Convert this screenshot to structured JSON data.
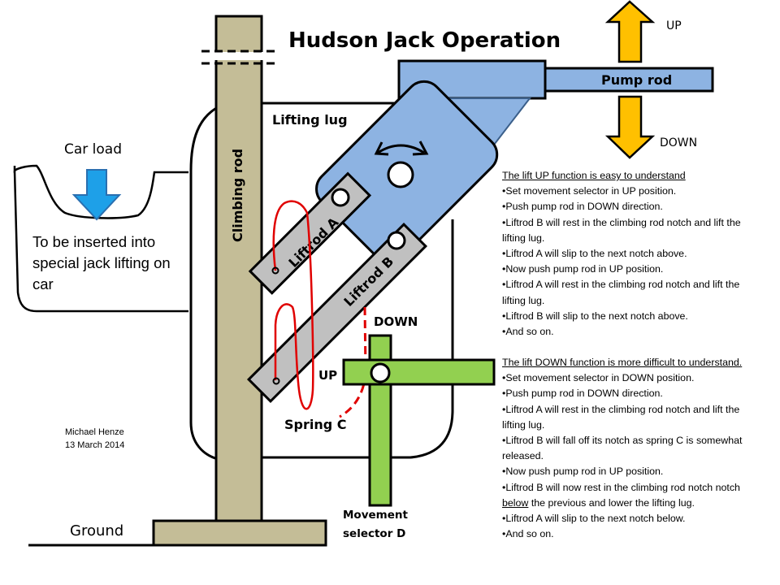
{
  "title": "Hudson Jack Operation",
  "colors": {
    "climbing_rod": "#c4bd97",
    "pump_blue": "#8db3e2",
    "liftrod_gray": "#c0c0c0",
    "selector_green": "#92d050",
    "arrow_orange": "#ffc000",
    "load_arrow": "#1ea0e8",
    "spring_red": "#e00000"
  },
  "labels": {
    "pump_rod": "Pump rod",
    "up_arrow": "UP",
    "down_arrow": "DOWN",
    "lifting_lug": "Lifting lug",
    "climbing_rod": "Climbing rod",
    "liftrod_a": "Liftrod A",
    "liftrod_b": "Liftrod B",
    "selector_down": "DOWN",
    "selector_up": "UP",
    "spring_c": "Spring C",
    "movement_selector_line1": "Movement",
    "movement_selector_line2": "selector D",
    "ground": "Ground",
    "car_load": "Car load",
    "car_note": "To be inserted into special jack lifting on car"
  },
  "author": {
    "name": "Michael Henze",
    "date": "13 March 2014"
  },
  "up_function": {
    "heading": "The lift UP function is easy to understand",
    "items": [
      "Set movement selector in UP position.",
      "Push pump rod in DOWN direction.",
      "Liftrod B will rest in the climbing rod notch and lift the lifting lug.",
      "Liftrod A will slip to the next notch above.",
      "Now push pump rod in UP position.",
      "Liftrod A will rest in the climbing rod notch and lift the lifting lug.",
      "Liftrod B will slip to the next notch above.",
      "And so on."
    ]
  },
  "down_function": {
    "heading": "The lift DOWN function is more difficult to understand.",
    "items": [
      "Set movement selector in DOWN position.",
      "Push pump rod in DOWN direction.",
      "Liftrod A will rest in the climbing rod notch and lift the lifting lug.",
      "Liftrod B will fall off  its notch as spring C is somewhat released.",
      "Now push pump rod in UP position.",
      "Liftrod B will now rest in the climbing rod notch",
      "Liftrod A will slip to the next notch below.",
      "And so on."
    ],
    "item6_cont_pre": "notch ",
    "item6_underlined": "below",
    "item6_cont_post": "  the previous and lower the lifting lug."
  }
}
